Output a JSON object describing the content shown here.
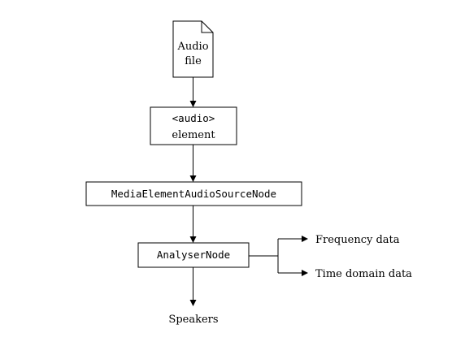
{
  "nodes": {
    "audio_file": {
      "line1": "Audio",
      "line2": "file"
    },
    "audio_element": {
      "line1": "<audio>",
      "line2": "element"
    },
    "source_node": {
      "label": "MediaElementAudioSourceNode"
    },
    "analyser_node": {
      "label": "AnalyserNode"
    }
  },
  "outputs": {
    "frequency": "Frequency data",
    "time_domain": "Time domain data",
    "speakers": "Speakers"
  },
  "colors": {
    "stroke": "#000000",
    "background": "#ffffff"
  }
}
